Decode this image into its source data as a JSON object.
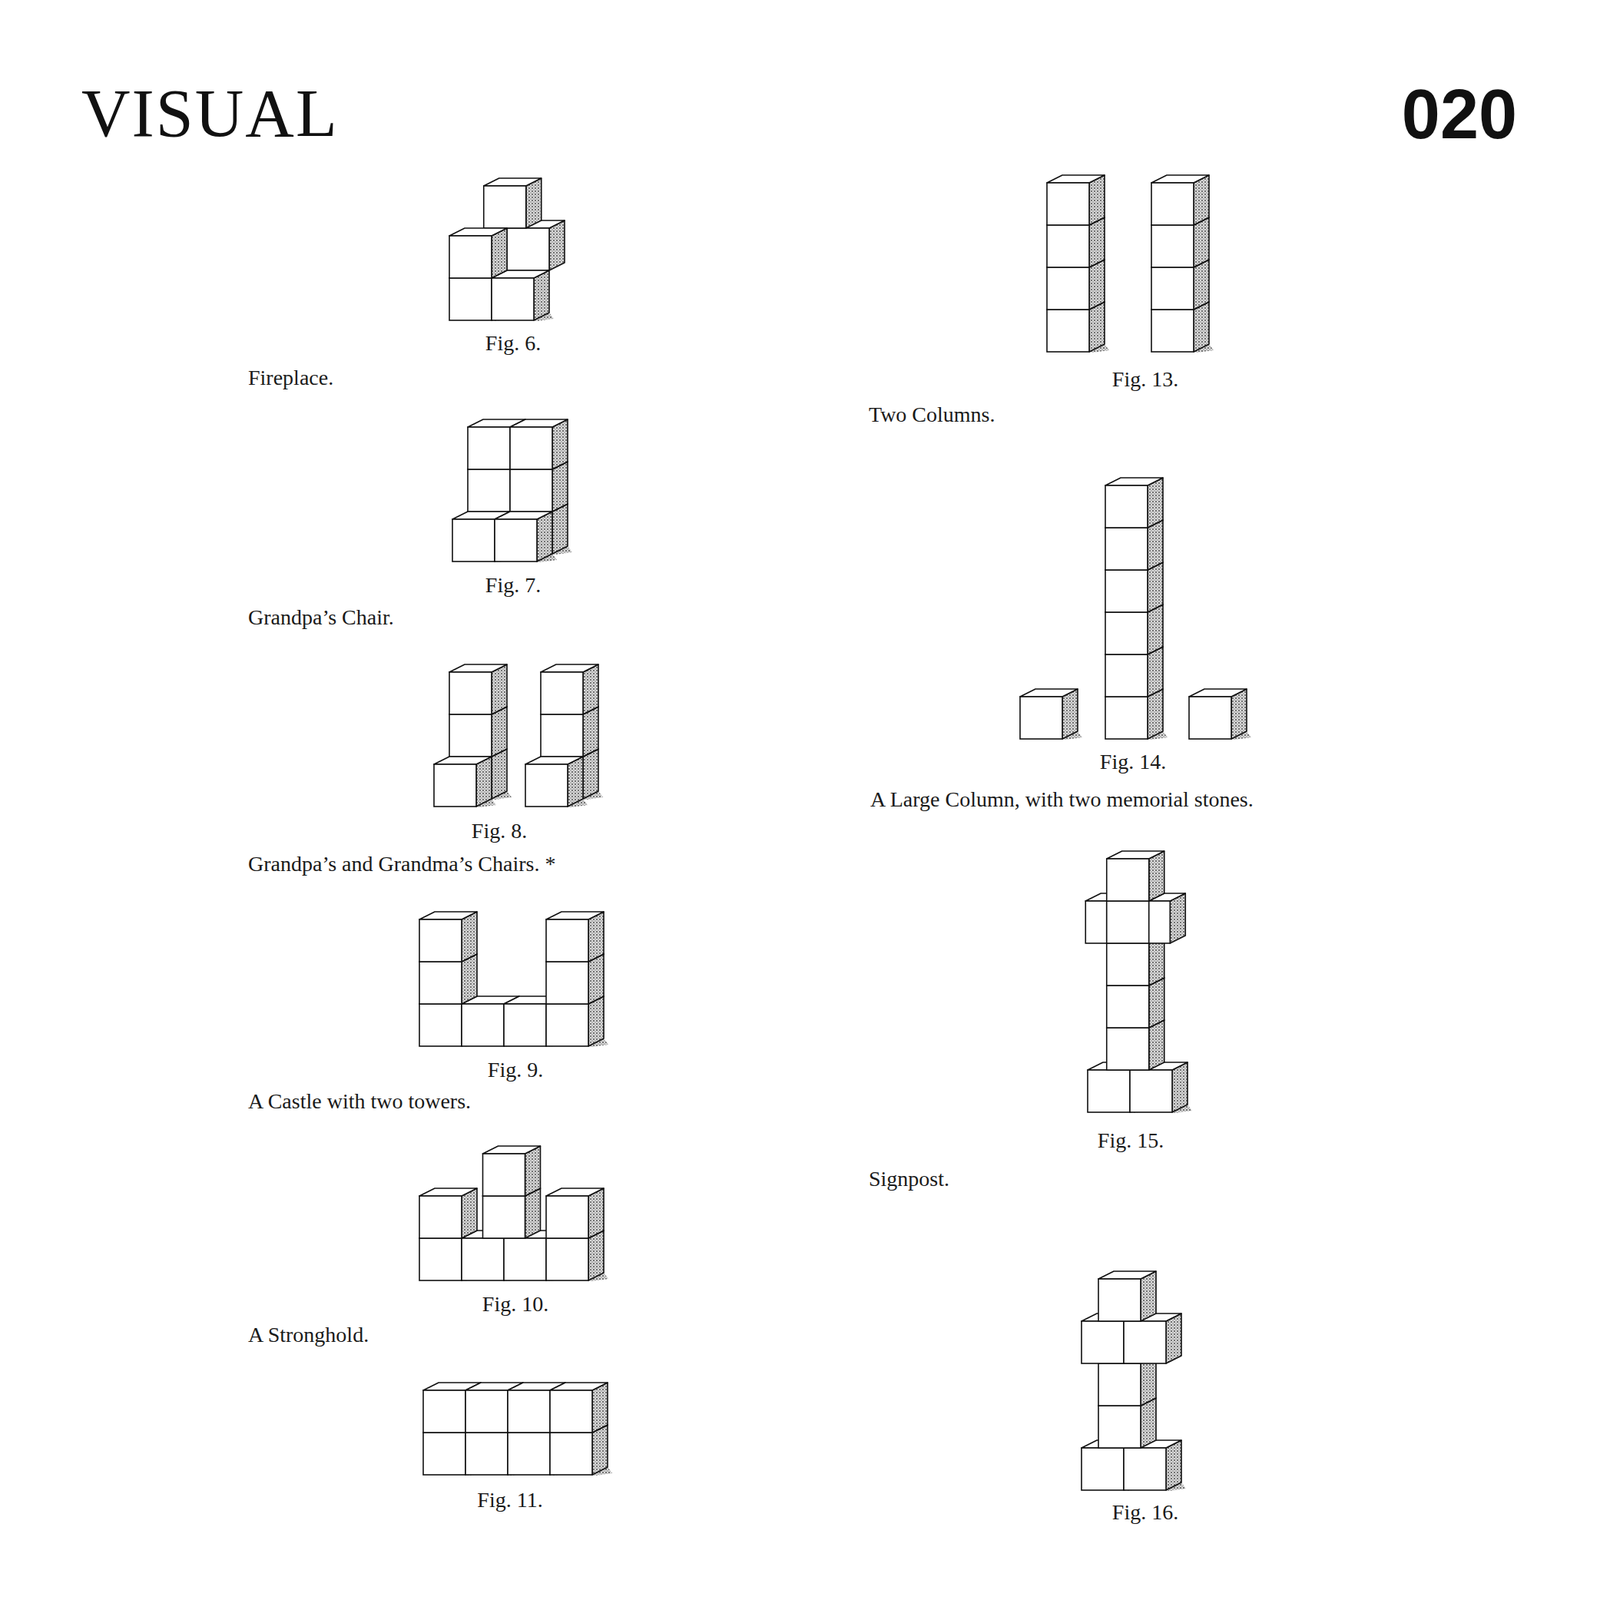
{
  "diagram": {
    "title": "VISUAL",
    "labels": [
      "020",
      "Fig. 6.",
      "Fireplace.",
      "Fig. 7.",
      "Grandpa’s Chair.",
      "Fig. 8.",
      "Grandpa’s and Grandma’s Chairs. *",
      "Fig. 9.",
      "A Castle with two towers.",
      "Fig. 10.",
      "A Stronghold.",
      "Fig. 11.",
      "Fig. 13.",
      "Two Columns.",
      "Fig. 14.",
      "A Large Column, with two memorial stones.",
      "Fig. 15.",
      "Signpost.",
      "Fig. 16."
    ]
  }
}
